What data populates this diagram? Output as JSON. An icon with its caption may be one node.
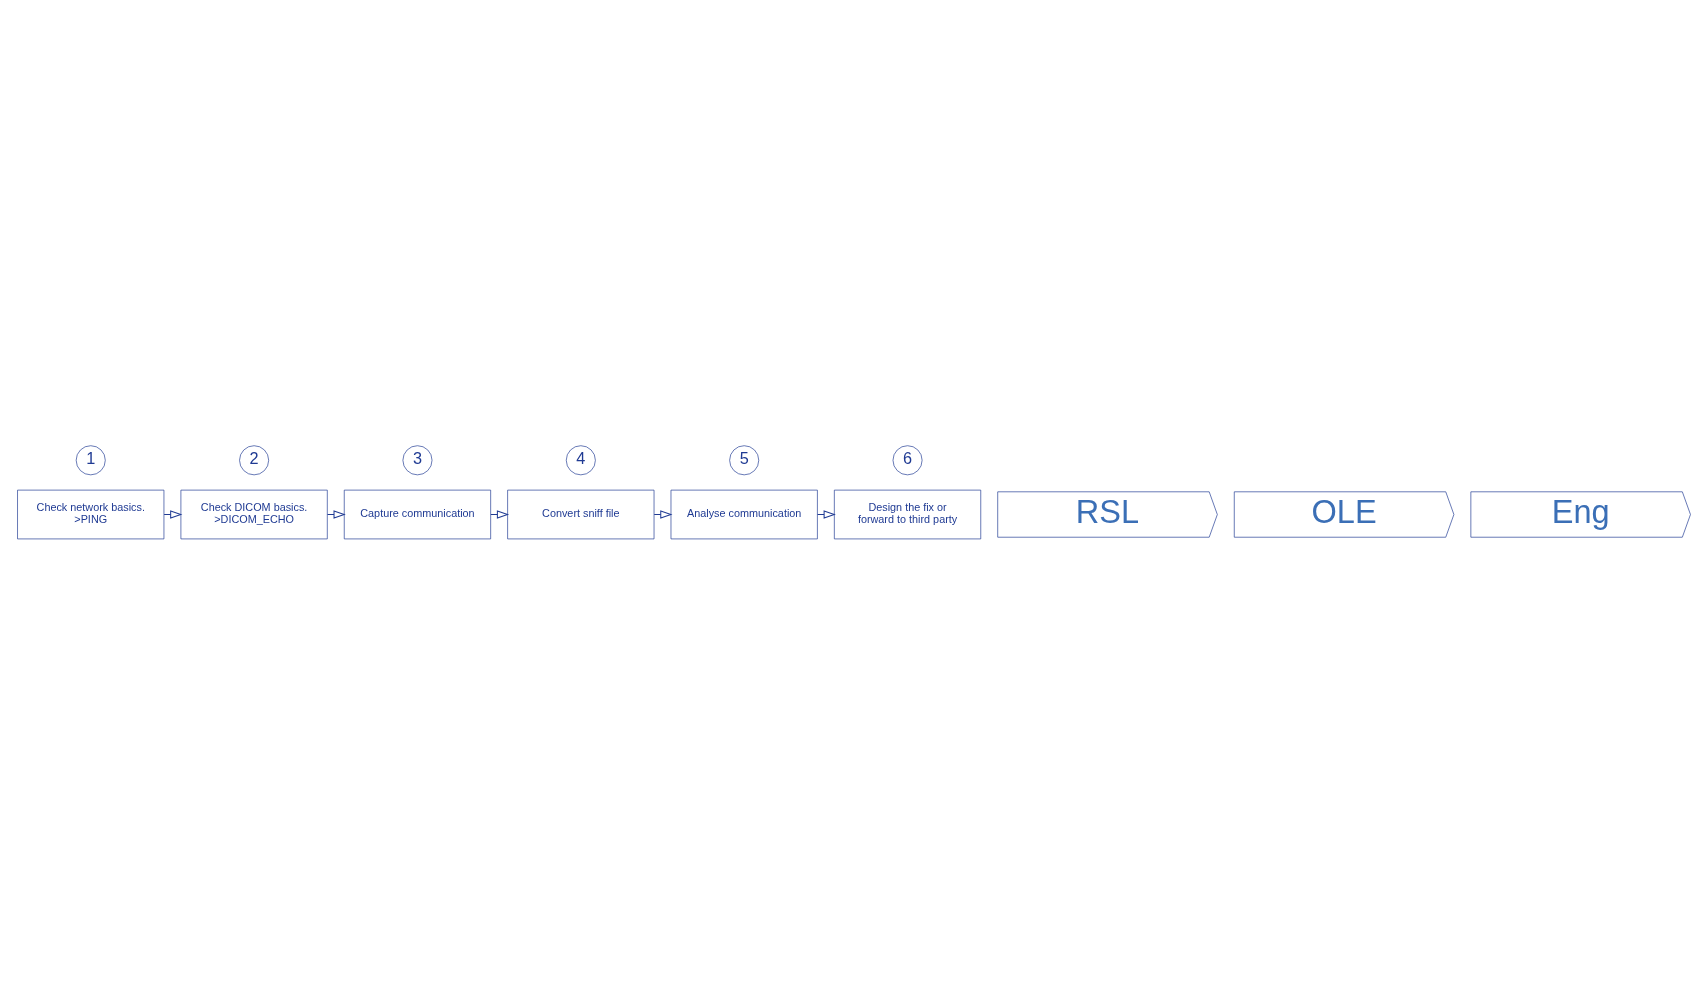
{
  "diagram": {
    "nodes": [
      {
        "text": [
          "1"
        ]
      },
      {
        "text": [
          "Check network basics. >PING"
        ]
      },
      {
        "text": [
          "2"
        ]
      },
      {
        "text": [
          "Check DICOM basics. >DICOM_ECHO"
        ]
      },
      {
        "text": [
          "3"
        ]
      },
      {
        "text": [
          "Capture communication"
        ]
      },
      {
        "text": [
          "4"
        ]
      },
      {
        "text": [
          "Convert sniff file"
        ]
      },
      {
        "text": [
          "5"
        ]
      },
      {
        "text": [
          "Analyse communication"
        ]
      },
      {
        "text": [
          "6"
        ]
      },
      {
        "text": [
          "Design the fix or forward to third party"
        ]
      },
      {
        "text": [
          "RSL"
        ]
      },
      {
        "text": [
          "OLE"
        ]
      },
      {
        "text": [
          "Eng"
        ]
      }
    ],
    "edges": [
      {
        "from": 1,
        "to": 3,
        "arrow": "to"
      },
      {
        "from": 3,
        "to": 5,
        "arrow": "to"
      },
      {
        "from": 5,
        "to": 7,
        "arrow": "to"
      },
      {
        "from": 7,
        "to": 9,
        "arrow": "to"
      },
      {
        "from": 9,
        "to": 11,
        "arrow": "to"
      }
    ]
  }
}
